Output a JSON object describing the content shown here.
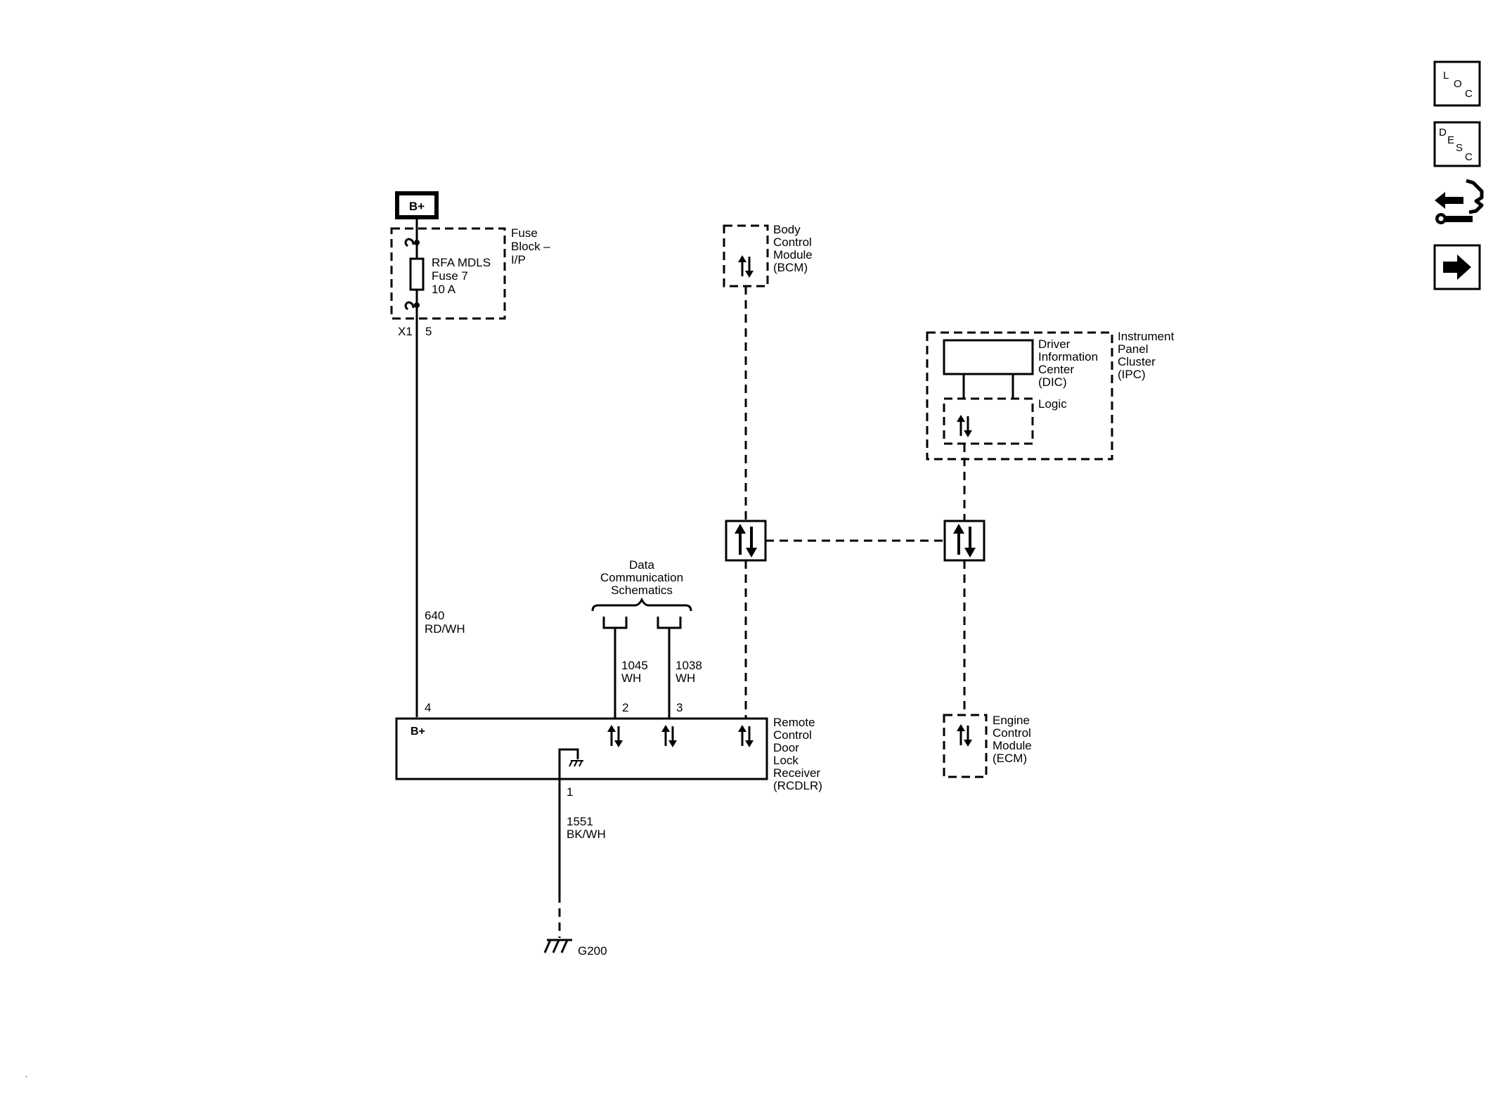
{
  "power": {
    "label": "B+"
  },
  "fuse_block": {
    "title_lines": [
      "Fuse",
      "Block –",
      "I/P"
    ],
    "fuse_lines": [
      "RFA MDLS",
      "Fuse 7",
      "10 A"
    ],
    "connector": "X1",
    "pin": "5"
  },
  "wire_640": {
    "circuit": "640",
    "color": "RD/WH"
  },
  "bcm": {
    "lines": [
      "Body",
      "Control",
      "Module",
      "(BCM)"
    ]
  },
  "ipc": {
    "lines": [
      "Instrument",
      "Panel",
      "Cluster",
      "(IPC)"
    ],
    "dic_lines": [
      "Driver",
      "Information",
      "Center",
      "(DIC)"
    ],
    "logic": "Logic"
  },
  "data_comm": {
    "lines": [
      "Data",
      "Communication",
      "Schematics"
    ]
  },
  "wire_1045": {
    "circuit": "1045",
    "color": "WH",
    "pin": "2"
  },
  "wire_1038": {
    "circuit": "1038",
    "color": "WH",
    "pin": "3"
  },
  "rcdlr": {
    "lines": [
      "Remote",
      "Control",
      "Door",
      "Lock",
      "Receiver",
      "(RCDLR)"
    ],
    "bplus": "B+",
    "pin_bplus": "4",
    "pin_ground": "1"
  },
  "ecm": {
    "lines": [
      "Engine",
      "Control",
      "Module",
      "(ECM)"
    ]
  },
  "wire_1551": {
    "circuit": "1551",
    "color": "BK/WH"
  },
  "ground": {
    "label": "G200"
  },
  "side_nav": [
    {
      "name": "loc-button",
      "letters": [
        "L",
        "O",
        "C"
      ]
    },
    {
      "name": "desc-button",
      "letters": [
        "D",
        "E",
        "S",
        "C"
      ]
    },
    {
      "name": "connector-tool-button",
      "icon": "connector-wrench-icon"
    },
    {
      "name": "next-button",
      "icon": "arrow-right-icon"
    }
  ],
  "footer_mark": "."
}
